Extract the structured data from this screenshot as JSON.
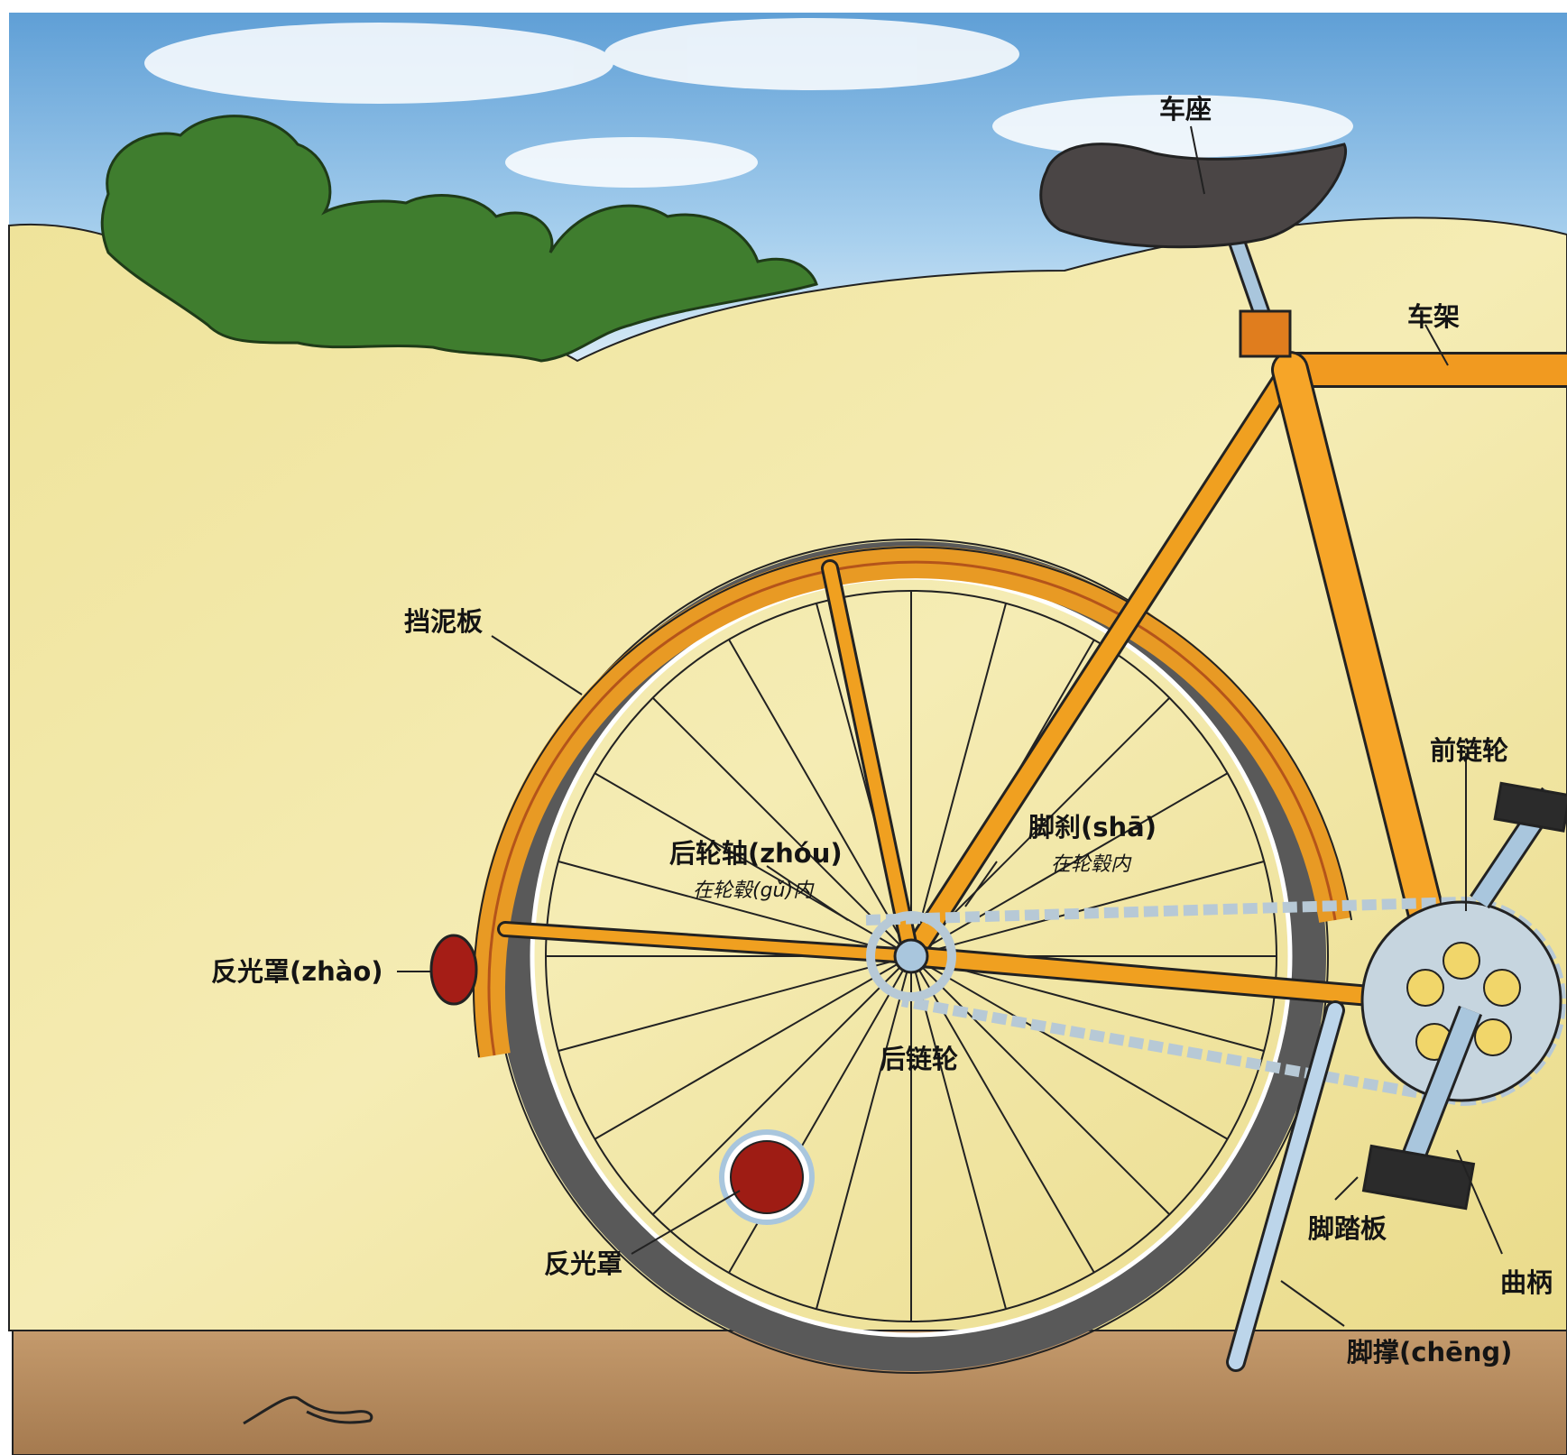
{
  "labels": {
    "seat": "车座",
    "frame": "车架",
    "mudguard": "挡泥板",
    "front_sprocket": "前链轮",
    "brake": "脚刹(shā)",
    "brake_note": "在轮毂内",
    "rear_axle": "后轮轴(zhóu)",
    "rear_axle_note": "在轮毂(gǔ)内",
    "rear_reflector": "反光罩(zhào)",
    "rear_sprocket": "后链轮",
    "wheel_reflector": "反光罩",
    "pedal": "脚踏板",
    "crank": "曲柄",
    "kickstand": "脚撑(chēng)"
  },
  "colors": {
    "sky": "#7fb6e0",
    "field": "#f1e6a2",
    "bush": "#3f7d2e",
    "frame": "#f0a020",
    "tire": "#555555",
    "ground": "#b78a5e",
    "reflector": "#9e1c14",
    "metal": "#a9c6dd"
  }
}
